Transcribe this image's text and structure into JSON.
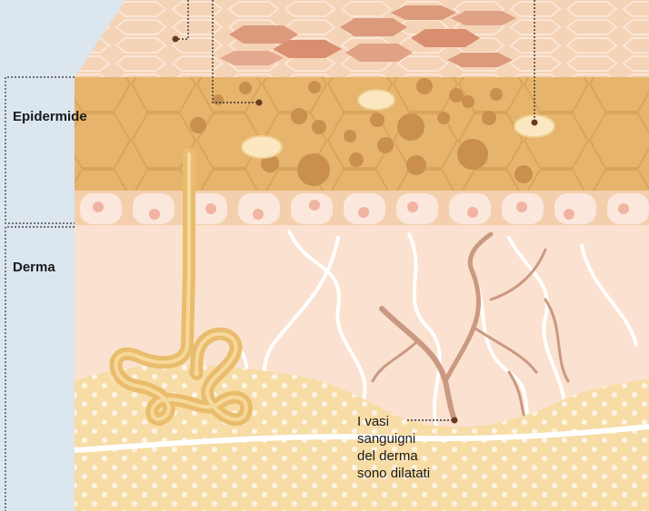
{
  "labels": {
    "epidermis": "Epidermide",
    "dermis": "Derma"
  },
  "annotations": {
    "vessels_line1": "I vasi",
    "vessels_line2": "sanguigni",
    "vessels_line3": "del derma",
    "vessels_line4": "sono dilatati"
  },
  "colors": {
    "background": "#dbe6ef",
    "surface": "#f5d3b6",
    "epidermis": "#e6b46c",
    "basal_cells": "#fbe7dc",
    "dermis": "#fbe1cf",
    "subcutis": "#f7dca6",
    "hair_follicle": "#e9bd6d",
    "vessels": "#c99982"
  }
}
